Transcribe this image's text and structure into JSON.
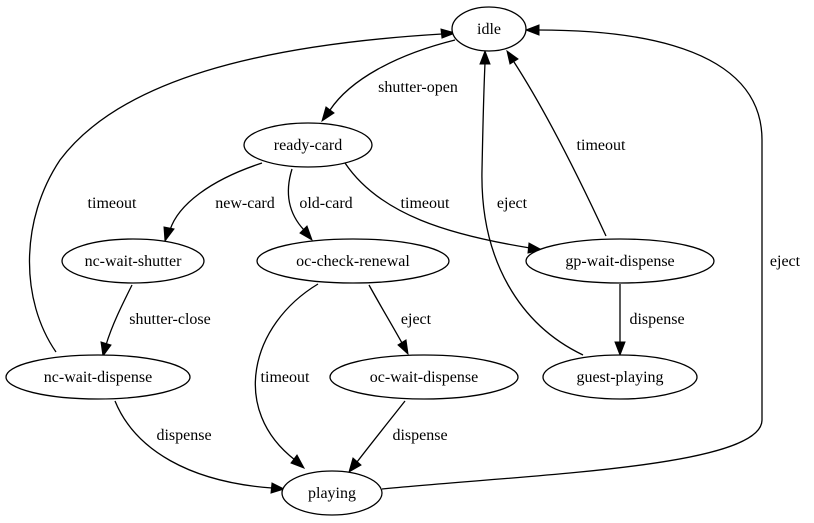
{
  "nodes": {
    "idle": "idle",
    "ready_card": "ready-card",
    "nc_wait_shutter": "nc-wait-shutter",
    "oc_check_renewal": "oc-check-renewal",
    "gp_wait_dispense": "gp-wait-dispense",
    "nc_wait_dispense": "nc-wait-dispense",
    "oc_wait_dispense": "oc-wait-dispense",
    "guest_playing": "guest-playing",
    "playing": "playing"
  },
  "edges": {
    "idle_to_ready_card": "shutter-open",
    "ready_card_to_nc_wait_shutter": "new-card",
    "ready_card_to_oc_check_renewal": "old-card",
    "ready_card_to_gp_wait_dispense": "timeout",
    "nc_wait_shutter_to_nc_wait_dispense": "shutter-close",
    "nc_wait_dispense_to_idle": "timeout",
    "nc_wait_dispense_to_playing": "dispense",
    "oc_check_renewal_to_oc_wait_dispense": "eject",
    "oc_check_renewal_to_playing": "timeout",
    "oc_wait_dispense_to_playing": "dispense",
    "gp_wait_dispense_to_idle": "timeout",
    "gp_wait_dispense_to_guest_playing": "dispense",
    "guest_playing_to_idle": "eject",
    "playing_to_idle": "eject"
  },
  "colors": {
    "stroke": "#000000",
    "fill": "#ffffff"
  }
}
